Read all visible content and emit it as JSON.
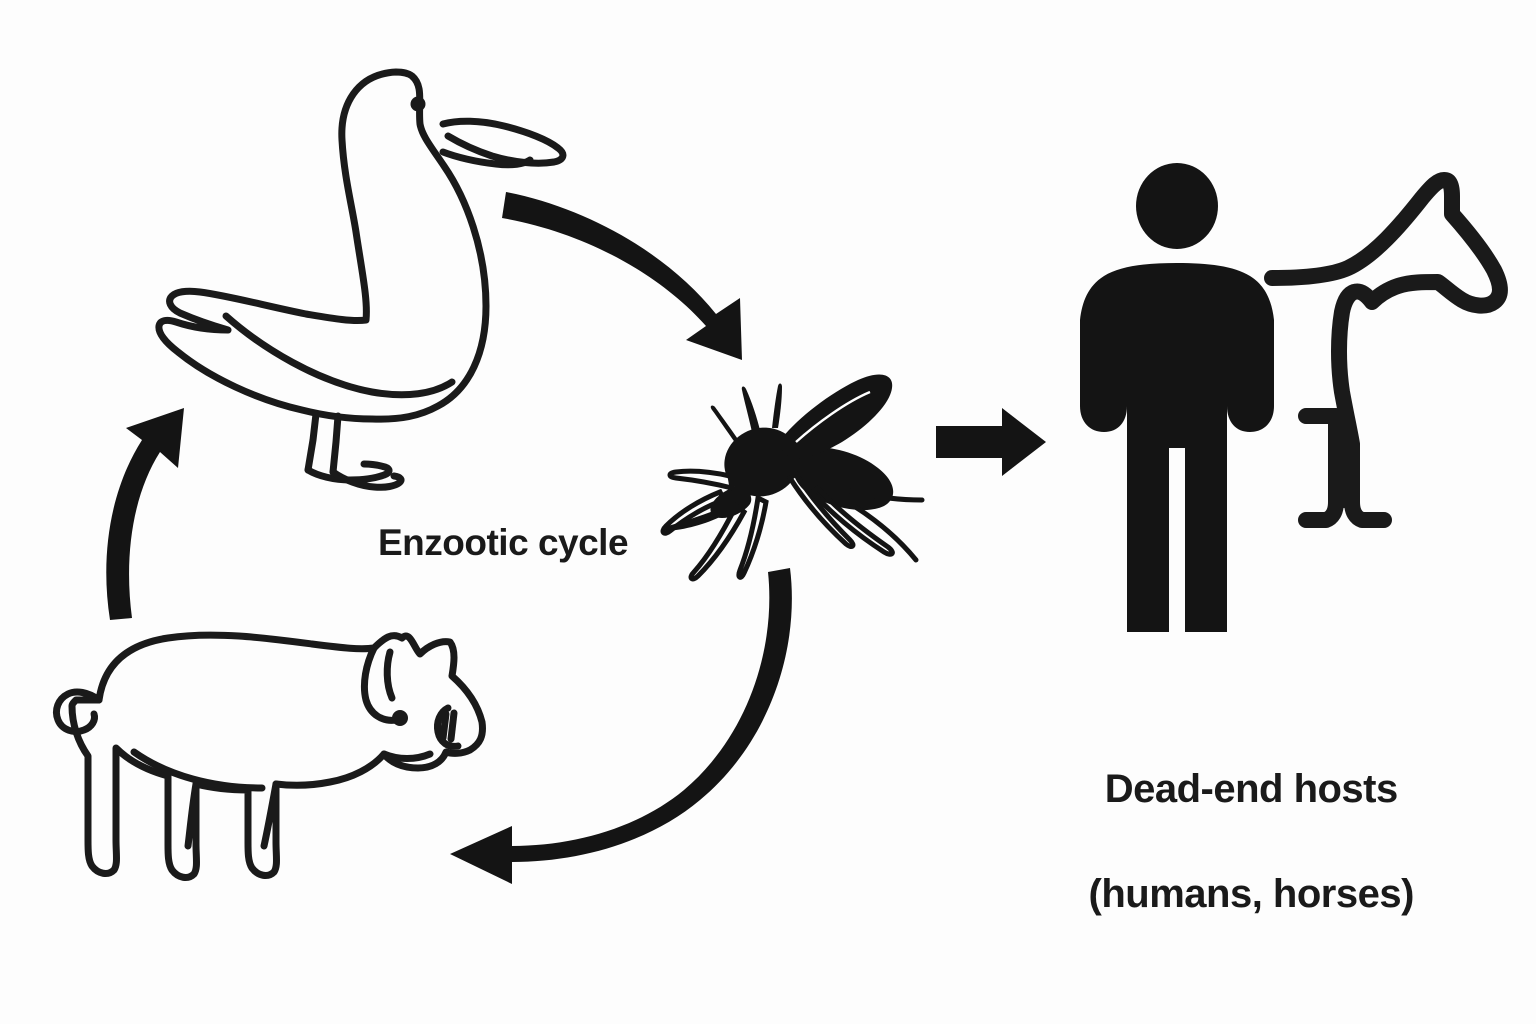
{
  "diagram": {
    "title": "Arbovirus transmission cycle diagram",
    "background_color": "#fdfdfd",
    "ink_color": "#1a1a1a",
    "labels": {
      "enzootic": "Enzootic cycle",
      "dead_end_line1": "Dead-end hosts",
      "dead_end_line2": "(humans, horses)"
    },
    "nodes": [
      {
        "id": "duck",
        "name": "duck",
        "style": "line-art-outline",
        "facing": "right"
      },
      {
        "id": "pig",
        "name": "pig",
        "style": "line-art-outline",
        "facing": "right"
      },
      {
        "id": "mosquito",
        "name": "mosquito",
        "style": "solid-silhouette",
        "facing": "left"
      },
      {
        "id": "human",
        "name": "human",
        "style": "solid-pictogram",
        "facing": "front"
      },
      {
        "id": "horse",
        "name": "horse",
        "style": "line-art-outline",
        "facing": "right"
      }
    ],
    "arrows": [
      {
        "id": "duck-to-mosquito",
        "from": "duck",
        "to": "mosquito",
        "shape": "curved",
        "direction": "down-right"
      },
      {
        "id": "mosquito-to-pig",
        "from": "mosquito",
        "to": "pig",
        "shape": "curved",
        "direction": "down-left"
      },
      {
        "id": "pig-to-duck",
        "from": "pig",
        "to": "duck",
        "shape": "curved",
        "direction": "up-right"
      },
      {
        "id": "mosquito-to-hosts",
        "from": "mosquito",
        "to": "dead-end hosts",
        "shape": "straight",
        "direction": "right"
      }
    ]
  }
}
